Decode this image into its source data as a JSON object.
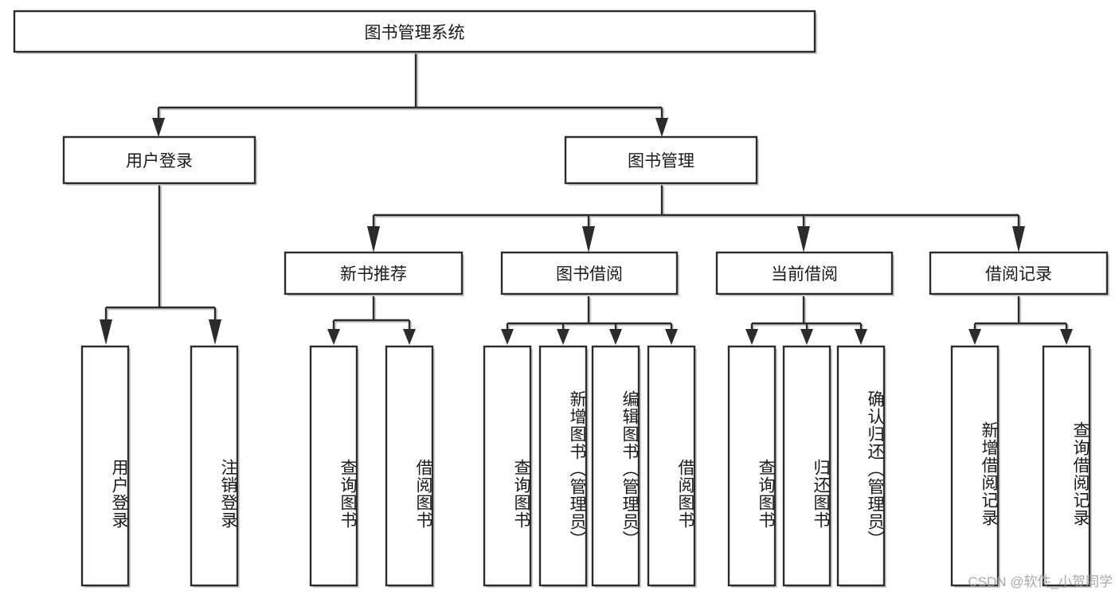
{
  "diagram": {
    "title": "图书管理系统",
    "type": "tree",
    "watermark": "CSDN @软件_小贺同学",
    "colors": {
      "box_stroke": "#2b2b2b",
      "box_fill": "#ffffff",
      "connector": "#2b2b2b",
      "shadow": "#bdbdbd",
      "text": "#1a1a1a",
      "watermark": "#9a9a9a",
      "background": "#ffffff"
    },
    "nodes": {
      "root": {
        "label": "图书管理系统",
        "level": 1,
        "orientation": "horizontal"
      },
      "l2": [
        {
          "id": "user-login",
          "label": "用户登录",
          "level": 2,
          "orientation": "horizontal"
        },
        {
          "id": "book-manage",
          "label": "图书管理",
          "level": 2,
          "orientation": "horizontal"
        }
      ],
      "l3": [
        {
          "id": "new-book-recommend",
          "label": "新书推荐",
          "level": 3,
          "orientation": "horizontal"
        },
        {
          "id": "book-borrow",
          "label": "图书借阅",
          "level": 3,
          "orientation": "horizontal"
        },
        {
          "id": "current-borrow",
          "label": "当前借阅",
          "level": 3,
          "orientation": "horizontal"
        },
        {
          "id": "borrow-record",
          "label": "借阅记录",
          "level": 3,
          "orientation": "horizontal"
        }
      ],
      "leaves": [
        {
          "id": "leaf-user-login",
          "label": "用户登录",
          "parent": "user-login",
          "orientation": "vertical"
        },
        {
          "id": "leaf-user-logout",
          "label": "注销登录",
          "parent": "user-login",
          "orientation": "vertical"
        },
        {
          "id": "leaf-query-book-1",
          "label": "查询图书",
          "parent": "new-book-recommend",
          "orientation": "vertical"
        },
        {
          "id": "leaf-borrow-book-1",
          "label": "借阅图书",
          "parent": "new-book-recommend",
          "orientation": "vertical"
        },
        {
          "id": "leaf-query-book-2",
          "label": "查询图书",
          "parent": "book-borrow",
          "orientation": "vertical"
        },
        {
          "id": "leaf-add-book",
          "label": "新增图书（管理员）",
          "parent": "book-borrow",
          "orientation": "vertical"
        },
        {
          "id": "leaf-edit-book",
          "label": "编辑图书（管理员）",
          "parent": "book-borrow",
          "orientation": "vertical"
        },
        {
          "id": "leaf-borrow-book-2",
          "label": "借阅图书",
          "parent": "book-borrow",
          "orientation": "vertical"
        },
        {
          "id": "leaf-query-book-3",
          "label": "查询图书",
          "parent": "current-borrow",
          "orientation": "vertical"
        },
        {
          "id": "leaf-return-book",
          "label": "归还图书",
          "parent": "current-borrow",
          "orientation": "vertical"
        },
        {
          "id": "leaf-confirm-return",
          "label": "确认归还（管理员）",
          "parent": "current-borrow",
          "orientation": "vertical"
        },
        {
          "id": "leaf-add-record",
          "label": "新增借阅记录",
          "parent": "borrow-record",
          "orientation": "vertical"
        },
        {
          "id": "leaf-query-record",
          "label": "查询借阅记录",
          "parent": "borrow-record",
          "orientation": "vertical"
        }
      ]
    }
  }
}
